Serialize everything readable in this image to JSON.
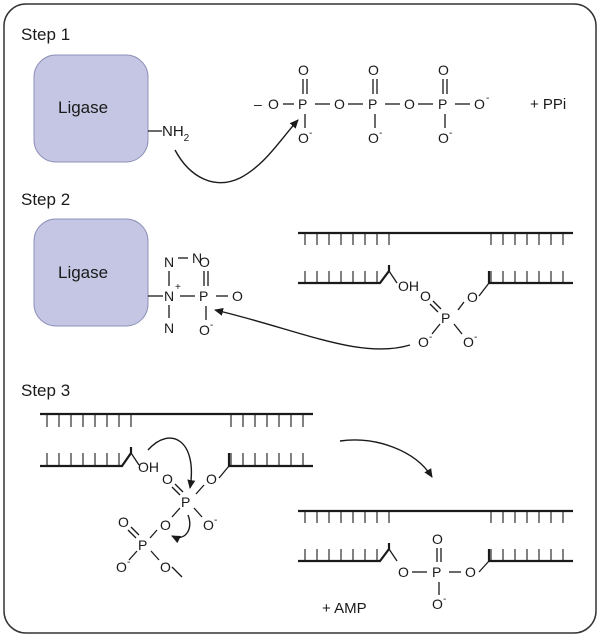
{
  "steps": {
    "step1": "Step 1",
    "step2": "Step 2",
    "step3": "Step 3"
  },
  "enzyme": {
    "label": "Ligase",
    "fill_color": "#c4c6e3",
    "stroke_color": "#8e90b8"
  },
  "atoms": {
    "O": "O",
    "P": "P",
    "N": "N",
    "OH": "OH",
    "NH": "NH",
    "sub2": "2",
    "minus": "–",
    "charge_minus": "-",
    "charge_plus": "+"
  },
  "products": {
    "ppi": "+ PPi",
    "amp": "+ AMP"
  },
  "colors": {
    "frame": "#333333",
    "ink": "#1a1a1a"
  }
}
